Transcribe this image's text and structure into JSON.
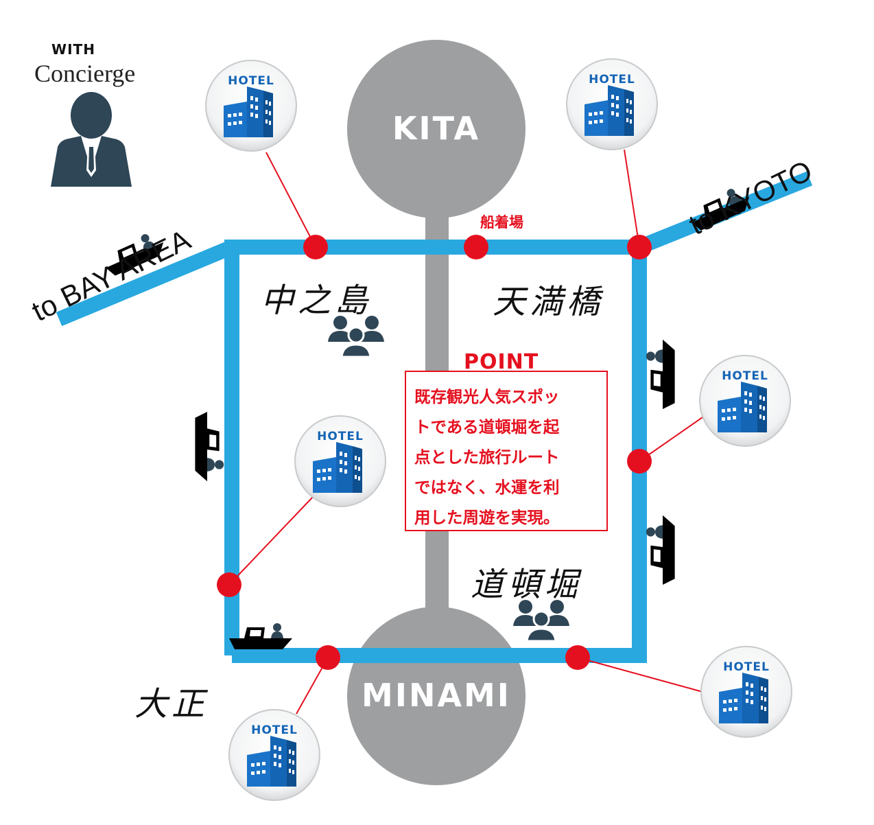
{
  "legend": {
    "with": "WITH",
    "concierge": "Concierge"
  },
  "hubs": {
    "kita": "KITA",
    "minami": "MINAMI"
  },
  "districts": {
    "nakanoshima": "中之島",
    "tenmabashi": "天満橋",
    "dotonbori": "道頓堀",
    "taisho": "大正"
  },
  "routes": {
    "to_bay": "to BAY AREA",
    "to_kyoto": "to KYOTO"
  },
  "pier_label": "船着場",
  "point": {
    "title": "POINT",
    "lines": [
      "既存観光人気スポッ",
      "トである道頓堀を起",
      "点とした旅行ルート",
      "ではなく、水運を利",
      "用した周遊を実現。"
    ]
  },
  "hotel_label": "HOTEL",
  "colors": {
    "river": "#29a8e0",
    "stop": "#e5101f",
    "hub": "#9e9fa0",
    "hotel_blue": "#1565b5",
    "figure": "#2e4656"
  },
  "icons": [
    "concierge-icon",
    "boat-icon",
    "people-group-icon",
    "hotel-building-icon"
  ]
}
